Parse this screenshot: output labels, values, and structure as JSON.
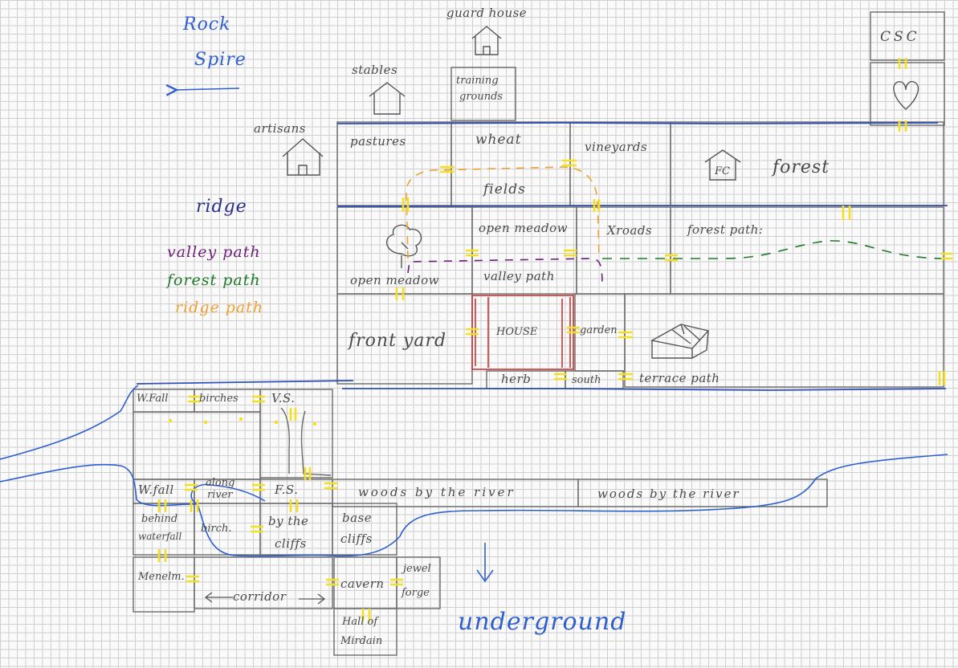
{
  "title": {
    "line1": "Rock",
    "line2": "Spire"
  },
  "legend": {
    "ridge": "ridge",
    "valley_path": "valley path",
    "forest_path": "forest path",
    "ridge_path": "ridge path"
  },
  "colors": {
    "pencil": "#555555",
    "ink_blue": "#2f5fcf",
    "ridge_navy": "#2a2f8a",
    "valley_purple": "#6e1f7a",
    "forest_green": "#1f7a2a",
    "ridge_orange": "#f0a030",
    "door_yellow": "#f5e020",
    "house_red": "#cc3333",
    "grid": "#cfcfcf"
  },
  "labels": {
    "guard_house": "guard house",
    "stables": "stables",
    "training_grounds_1": "training",
    "training_grounds_2": "grounds",
    "artisans": "artisans",
    "csc": "CSC",
    "pastures": "pastures",
    "wheat": "wheat",
    "fields": "fields",
    "vineyards": "vineyards",
    "fc": "FC",
    "forest": "forest",
    "open_meadow_1": "open meadow",
    "xroads": "Xroads",
    "forest_path": "forest path:",
    "open_meadow_2": "open meadow",
    "valley_path": "valley path",
    "front_yard": "front yard",
    "house": "HOUSE",
    "garden": "garden",
    "herb": "herb",
    "south": "south",
    "terrace_path": "terrace path",
    "w_fall_top": "W.Fall",
    "birches": "birches",
    "vs": "V.S.",
    "w_fall": "W.fall",
    "along_river_1": "along",
    "along_river_2": "river",
    "fs": "F.S.",
    "woods_river_1": "woods by the river",
    "woods_river_2": "woods by the river",
    "behind_waterfall_1": "behind",
    "behind_waterfall_2": "waterfall",
    "birch": "birch.",
    "by_cliffs_1": "by the",
    "by_cliffs_2": "cliffs",
    "base_cliffs_1": "base",
    "base_cliffs_2": "cliffs",
    "menelm": "Menelm.",
    "corridor": "corridor",
    "cavern": "cavern",
    "jewel_forge_1": "jewel",
    "jewel_forge_2": "forge",
    "hall_mirdain_1": "Hall of",
    "hall_mirdain_2": "Mirdain",
    "underground": "underground"
  }
}
